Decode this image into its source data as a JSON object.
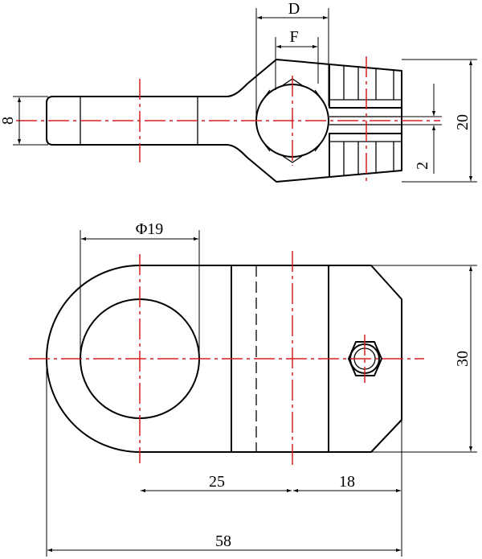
{
  "side_view": {
    "labels": {
      "D": "D",
      "F": "F",
      "thickness": "8",
      "height": "20",
      "slot": "2"
    }
  },
  "plan_view": {
    "labels": {
      "bore": "Φ19",
      "width": "30",
      "to_bolt_centre": "25",
      "bolt_to_end": "18",
      "overall": "58"
    }
  },
  "colors": {
    "outline": "#000000",
    "center_line": "#d42020",
    "background": "#ffffff"
  }
}
